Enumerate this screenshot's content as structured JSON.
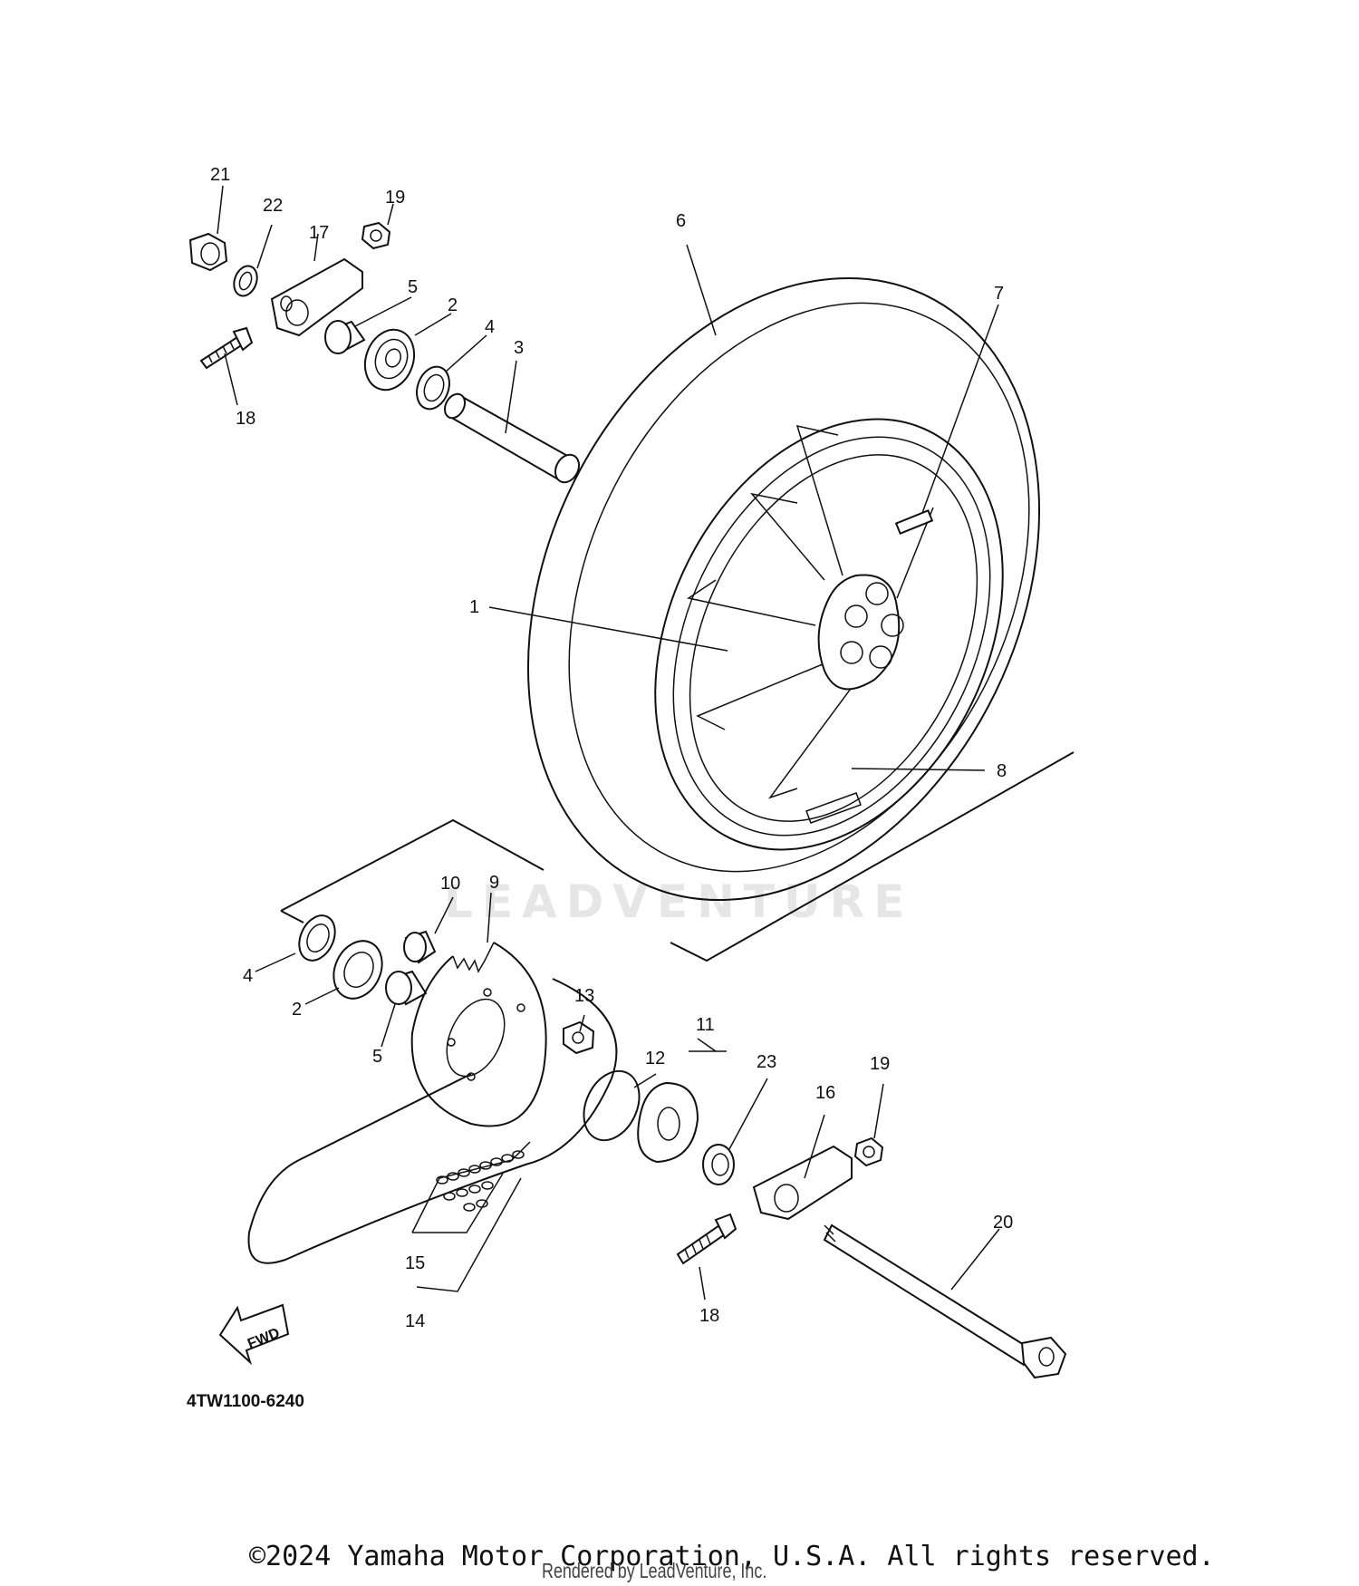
{
  "diagram": {
    "drawing_code": "4TW1100-6240",
    "fwd_label": "FWD",
    "watermark": "LEADVENTURE",
    "callouts": [
      "1",
      "2",
      "3",
      "4",
      "5",
      "6",
      "7",
      "8",
      "9",
      "10",
      "11",
      "12",
      "13",
      "14",
      "15",
      "16",
      "17",
      "18",
      "19",
      "20",
      "21",
      "22",
      "23"
    ]
  },
  "footer": {
    "copyright": "©2024 Yamaha Motor Corporation, U.S.A. All rights reserved.",
    "rendered_by": "Rendered by LeadVenture, Inc."
  }
}
